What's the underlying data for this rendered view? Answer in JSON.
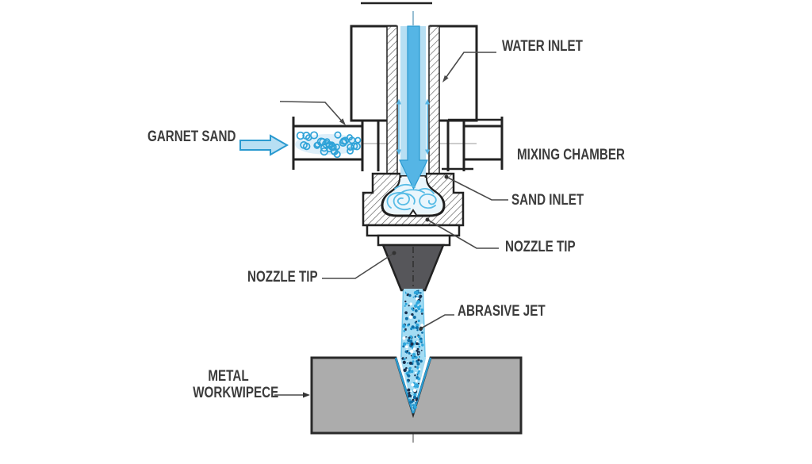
{
  "diagram": {
    "type": "abrasive-waterjet-cutting-nozzle-cross-section",
    "labels": {
      "water_inlet": "WATER INLET",
      "garnet_sand": "GARNET SAND",
      "mixing_chamber": "MIXING CHAMBER",
      "sand_inlet": "SAND INLET",
      "nozzle_tip_right": "NOZZLE TIP",
      "nozzle_tip_left": "NOZZLE TIP",
      "abrasive_jet": "ABRASIVE JET",
      "metal_workpiece_line1": "METAL",
      "metal_workpiece_line2": "WORKWIPECE"
    },
    "colors": {
      "water_fill": "#b7dff3",
      "water_arrow": "#55b5e5",
      "water_arrow_border": "#2a9ad0",
      "flow_arrow": "#55b5e5",
      "sand_particle": "#2fa3d8",
      "sand_wash": "#ddeffa",
      "swirl": "#58bce6",
      "jet_base": "#a5dcf3",
      "jet_speck_navy": "#19304e",
      "jet_speck_deep": "#0e6fa8",
      "jet_speck_mid": "#2ea6dc",
      "jet_speck_light": "#9fdcf4",
      "jet_speck_white": "#ffffff",
      "kerf_edge": "#2a9ad0",
      "nozzle_cone": "#56565a",
      "workpiece_fill": "#acacac",
      "outline": "#222222",
      "leader": "#4a4a4a",
      "label_text": "#3c3c3c"
    }
  }
}
